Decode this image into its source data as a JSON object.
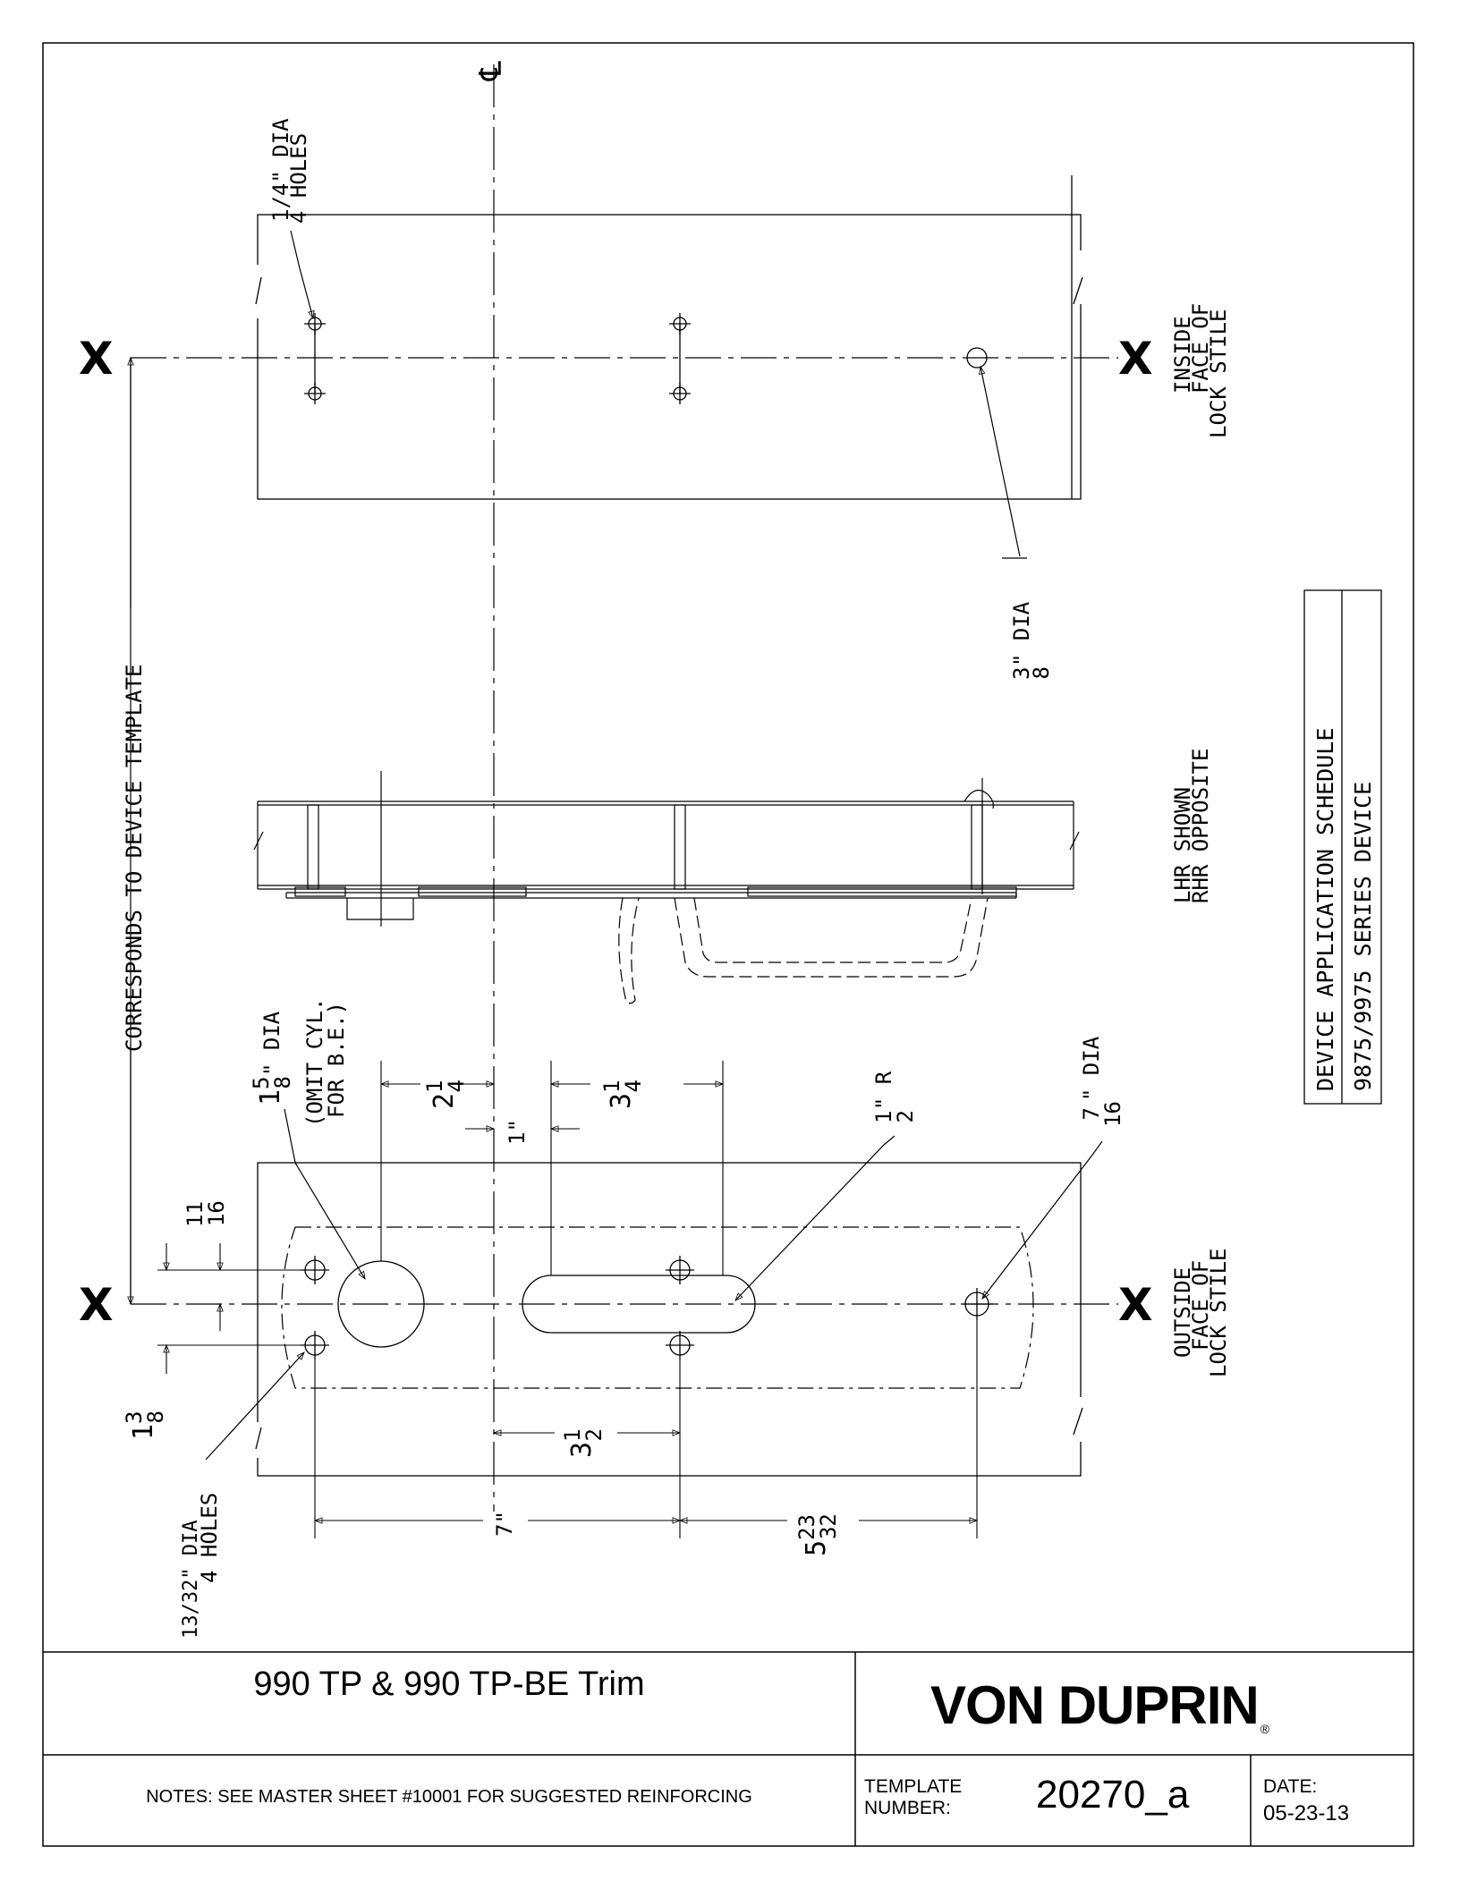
{
  "labels": {
    "centerline": "℄",
    "top_holes_frac": "1/4\"",
    "top_holes_dia": "DIA",
    "top_holes_count": "4 HOLES",
    "inside_face_1": "INSIDE",
    "inside_face_2": "FACE OF",
    "inside_face_3": "LOCK STILE",
    "outside_face_1": "OUTSIDE",
    "outside_face_2": "FACE OF",
    "outside_face_3": "LOCK STILE",
    "corresponds": "CORRESPONDS TO DEVICE TEMPLATE",
    "three_eighths_num": "3",
    "three_eighths_den": "8",
    "three_eighths_suffix": "\" DIA",
    "lhr_shown": "LHR SHOWN",
    "rhr_opposite": "RHR OPPOSITE",
    "omit_cyl_1": "(OMIT CYL.",
    "omit_cyl_2": "FOR B.E.)",
    "cyl_whole": "1",
    "cyl_num": "5",
    "cyl_den": "8",
    "cyl_suffix": "\" DIA",
    "dim_2q_whole": "2",
    "dim_2q_num": "1",
    "dim_2q_den": "4",
    "dim_1in": "1\"",
    "dim_3q_whole": "3",
    "dim_3q_num": "1",
    "dim_3q_den": "4",
    "half_num": "1",
    "half_den": "2",
    "half_suffix": "\" R",
    "seven16_num": "7",
    "seven16_den": "16",
    "seven16_suffix": "\" DIA",
    "eleven16_num": "11",
    "eleven16_den": "16",
    "one38_whole": "1",
    "one38_num": "3",
    "one38_den": "8",
    "dim_3h_whole": "3",
    "dim_3h_num": "1",
    "dim_3h_den": "2",
    "dim_7in": "7\"",
    "dim_5_whole": "5",
    "dim_5_num": "23",
    "dim_5_den": "32",
    "bottom_holes_frac": "13/32\"",
    "bottom_holes_dia": "DIA",
    "bottom_holes_count": "4 HOLES",
    "x_mark": "X"
  },
  "schedule": {
    "line1": "DEVICE APPLICATION SCHEDULE",
    "line2": "9875/9975 SERIES DEVICE"
  },
  "title_block": {
    "title": "990 TP & 990 TP-BE Trim",
    "brand": "VON DUPRIN",
    "brand_mark": "®",
    "notes": "NOTES: SEE MASTER SHEET #10001 FOR SUGGESTED REINFORCING",
    "template_label_1": "TEMPLATE",
    "template_label_2": "NUMBER:",
    "template_number": "20270_a",
    "date_label": "DATE:",
    "date_value": "05-23-13"
  }
}
